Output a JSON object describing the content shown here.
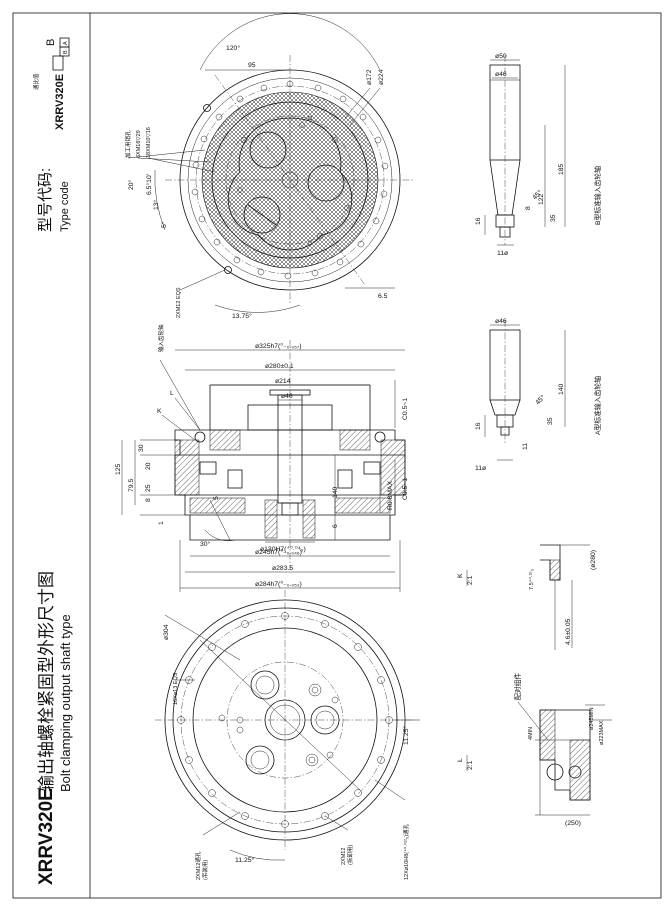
{
  "title_block": {
    "model_zh": "型号代码:",
    "model_en": "Type code",
    "model_value": "XRRV320E",
    "sheet_a": "A",
    "sheet_b": "B",
    "sheet_big": "B",
    "stamp": "通比值",
    "title_model": "XRRV320E",
    "title_zh": "输出轴螺栓紧固型外形尺寸图",
    "title_en": "Bolt clamping output shaft type"
  },
  "top_view": {
    "angle_120": "120°",
    "d95": "95",
    "phi172": "ø172",
    "phi224": "ø224",
    "pin_hole": "加工用销孔",
    "holes_a": "6XM16▽29",
    "holes_b": "18XM10▽16",
    "ang20": "20°",
    "ang6510": "6.5°10'",
    "ang13": "13°",
    "ang5": "5°",
    "eqs": "2XM12 EQS",
    "ang1375": "13.75°",
    "d65": "6.5"
  },
  "section_view": {
    "input_gear": "输入齿轮轴",
    "phi325": "ø325h7(⁰₋₀.₀₅₇)",
    "phi280": "ø280±0.1",
    "phi214": "ø214",
    "phi46": "ø46",
    "k": "K",
    "l": "L",
    "d125": "125",
    "d795": "79.5",
    "d30": "30",
    "d20": "20",
    "d25": "25",
    "d8": "8",
    "d1": "1",
    "d5": "5",
    "d140": "140",
    "d6": "6",
    "c05a": "C0.5~1",
    "c05b": "C0.5~1",
    "r08": "R0.8MAX",
    "ang30": "30°",
    "phi130": "ø130H7(⁺⁰·⁰⁴₀)",
    "phi245": "ø245h7(⁰₋₀.₀₄₆)",
    "phi2835": "ø283.5",
    "phi284": "ø284h7(⁰₋₀.₀₅₂)"
  },
  "bottom_view": {
    "phi304": "ø304",
    "bolts": "16Xø13 EQS",
    "d1125a": "11.25°",
    "d1125b": "11.25°",
    "m12a": "2XM12通孔",
    "m12a_sub": "(吊装用)",
    "m12b": "2XM12",
    "m12b_sub": "(拆卸用)",
    "pin": "12Xø10H8(⁺⁰·⁰²²₀)通孔"
  },
  "shaft_b": {
    "phi50": "ø50",
    "phi46": "ø46",
    "d185": "185",
    "d122": "122",
    "d8": "8",
    "d35": "35",
    "d16": "16",
    "d11": "11ø",
    "ang45": "45°",
    "label": "B型标准输入齿轮轴"
  },
  "shaft_a": {
    "phi46": "ø46",
    "d140": "140",
    "d11": "11",
    "d35": "35",
    "d16": "16",
    "d11b": "11ø",
    "ang45": "45°",
    "label": "A型标准输入齿轮轴"
  },
  "detail_k": {
    "name": "K",
    "scale": "2:1",
    "phi280": "(ø280)",
    "d75": "7.5⁺⁰·²⁵₀",
    "d46": "4.6±0.05"
  },
  "detail_l": {
    "name": "L",
    "scale": "2:1",
    "kit": "配对组件",
    "phi245": "ø245MIN",
    "phi223": "ø223MAX",
    "min4": "4MIN",
    "d250": "(250)"
  }
}
